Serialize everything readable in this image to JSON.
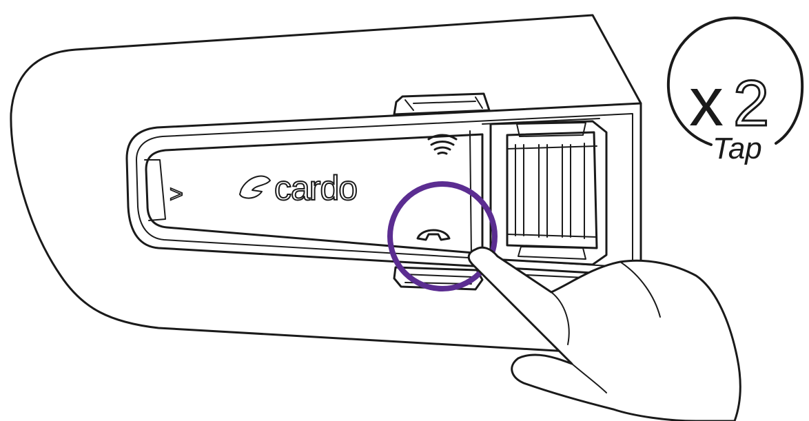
{
  "device": {
    "brand_label": "cardo",
    "chevron_label": ">",
    "highlight_color": "#5b2d91",
    "buttons": [
      "intercom-button",
      "phone-button"
    ]
  },
  "tap_badge": {
    "multiplier": "x",
    "count": "2",
    "action": "Tap"
  },
  "icons": [
    "cardo-logo-icon",
    "intercom-waves-icon",
    "phone-icon",
    "finger-hand-icon"
  ]
}
